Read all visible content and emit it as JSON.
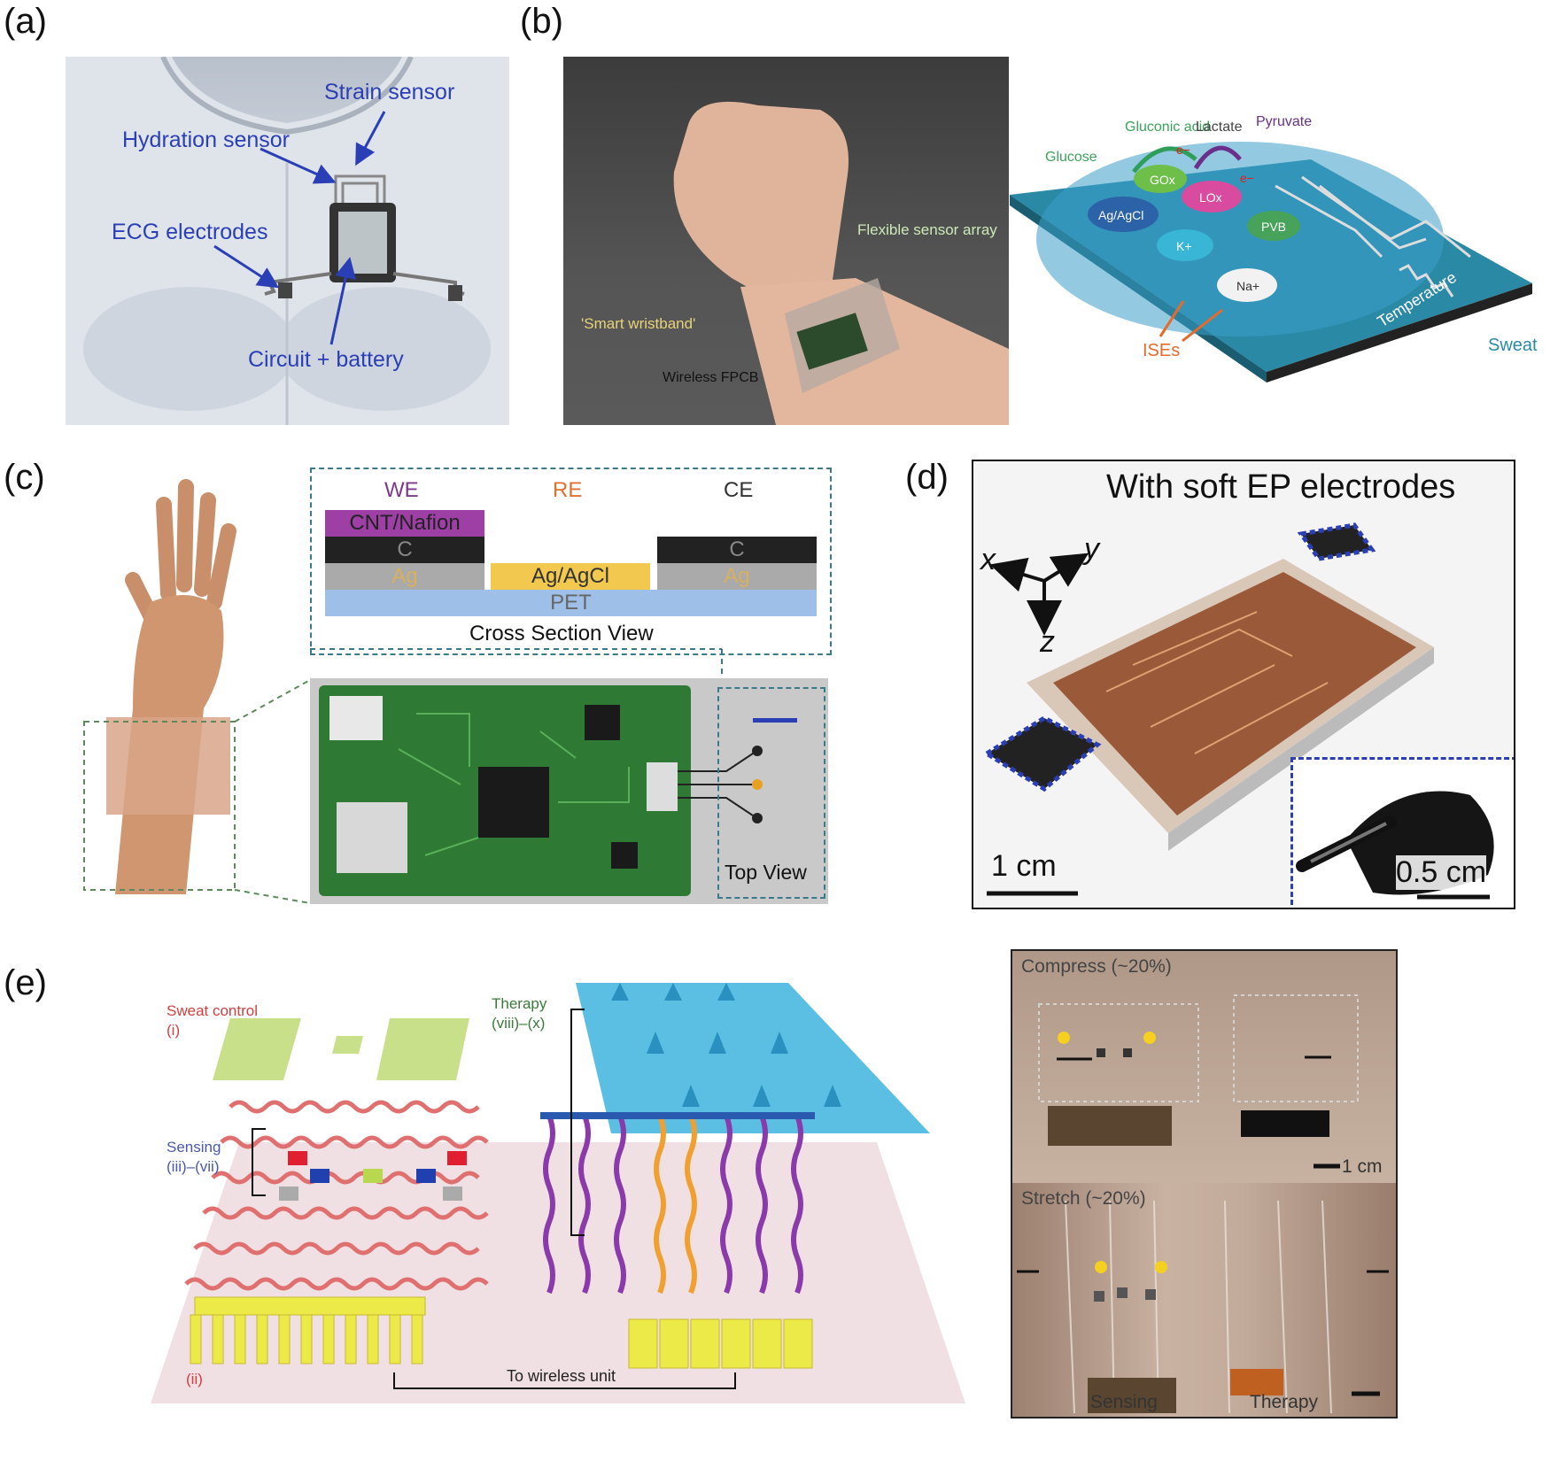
{
  "panels": {
    "a": "(a)",
    "b": "(b)",
    "c": "(c)",
    "d": "(d)",
    "e": "(e)"
  },
  "a": {
    "strain": "Strain sensor",
    "hydration": "Hydration sensor",
    "ecg": "ECG electrodes",
    "circuit": "Circuit + battery"
  },
  "b": {
    "flex": "Flexible sensor array",
    "smart": "'Smart wristband'",
    "fpcb": "Wireless FPCB",
    "diagram": {
      "glucose": "Glucose",
      "gluconic": "Gluconic acid",
      "lactate": "Lactate",
      "pyruvate": "Pyruvate",
      "gox": "GOx",
      "lox": "LOx",
      "agcl": "Ag/AgCl",
      "pvb": "PVB",
      "k": "K+",
      "na": "Na+",
      "ises": "ISEs",
      "temp": "Temperature",
      "sweat": "Sweat",
      "e1": "e−",
      "e2": "e−"
    }
  },
  "c": {
    "we": "WE",
    "re": "RE",
    "ce": "CE",
    "cnt": "CNT/Nafion",
    "c1": "C",
    "ag1": "Ag",
    "agagcl": "Ag/AgCl",
    "c2": "C",
    "ag2": "Ag",
    "pet": "PET",
    "cross": "Cross Section View",
    "top": "Top View"
  },
  "d": {
    "title": "With soft EP electrodes",
    "x": "x",
    "y": "y",
    "z": "z",
    "scale1": "1 cm",
    "scale2": "0.5 cm"
  },
  "e": {
    "sweat": "Sweat control",
    "sweat_i": "(i)",
    "sensing": "Sensing",
    "sensing_r": "(iii)–(vii)",
    "therapy": "Therapy",
    "therapy_r": "(viii)–(x)",
    "ii": "(ii)",
    "wireless": "To wireless unit",
    "compress": "Compress (~20%)",
    "stretch": "Stretch (~20%)",
    "cm": "1 cm",
    "sensing_lbl": "Sensing",
    "therapy_lbl": "Therapy"
  }
}
